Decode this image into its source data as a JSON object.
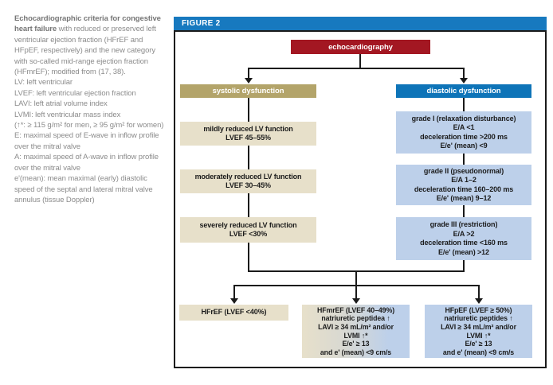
{
  "caption": {
    "bold": "Echocardiographic criteria for congestive heart failure",
    "rest": " with reduced or preserved left ventricular ejection fraction (HFrEF and HFpEF, respectively) and the new category with so-called mid-range ejection fraction (HFmrEF); modified from (17, 38).",
    "lines": [
      "LV: left ventricular",
      "LVEF: left ventricular ejection fraction",
      "LAVI: left atrial volume index",
      "LVMI: left ventricular mass index",
      "(↑*: ≥ 115 g/m² for men, ≥ 95 g/m² for women)",
      "E: maximal speed of E-wave in inflow profile over the mitral valve",
      "A: maximal speed of A-wave in inflow profile over the mitral valve",
      "e'(mean): mean maximal (early) diastolic speed of the septal and lateral mitral valve annulus (tissue Doppler)"
    ]
  },
  "figure": {
    "label": "FIGURE 2",
    "nodes": {
      "echo": {
        "label": "echocardiography"
      },
      "systolic": {
        "label": "systolic dysfunction"
      },
      "diastolic": {
        "label": "diastolic dysfunction"
      },
      "mild": {
        "lines": [
          "mildly reduced LV function",
          "LVEF 45–55%"
        ]
      },
      "moderate": {
        "lines": [
          "moderately reduced LV function",
          "LVEF 30–45%"
        ]
      },
      "severe": {
        "lines": [
          "severely reduced LV function",
          "LVEF <30%"
        ]
      },
      "grade1": {
        "lines": [
          "grade I (relaxation disturbance)",
          "E/A <1",
          "deceleration time >200 ms",
          "E/e' (mean) <9"
        ]
      },
      "grade2": {
        "lines": [
          "grade II (pseudonormal)",
          "E/A 1–2",
          "deceleration time 160–200 ms",
          "E/e' (mean) 9–12"
        ]
      },
      "grade3": {
        "lines": [
          "grade III (restriction)",
          "E/A >2",
          "deceleration time <160 ms",
          "E/e' (mean) >12"
        ]
      },
      "hfref": {
        "lines": [
          "HFrEF (LVEF <40%)"
        ]
      },
      "hfmref": {
        "lines": [
          "HFmrEF (LVEF 40–49%)",
          "natriuretic peptidea ↑",
          "LAVI ≥ 34 mL/m² and/or",
          "LVMI ↑*",
          "E/e' ≥ 13",
          "and e' (mean) <9 cm/s"
        ]
      },
      "hfpef": {
        "lines": [
          "HFpEF (LVEF ≥ 50%)",
          "natriuretic peptides ↑",
          "LAVI ≥ 34 mL/m² and/or",
          "LVMI ↑*",
          "E/e' ≥ 13",
          "and e' (mean) <9 cm/s"
        ]
      }
    }
  },
  "colors": {
    "figure_bar_blue": "#1779bf",
    "echo_red": "#a31722",
    "systolic_tan": "#b3a46a",
    "systolic_light_tan": "#e7e0ca",
    "diastolic_blue": "#0e74b8",
    "diastolic_light_blue": "#bdd0ea",
    "connector_black": "#1a1a1a",
    "caption_gray": "#8b8b8b"
  }
}
